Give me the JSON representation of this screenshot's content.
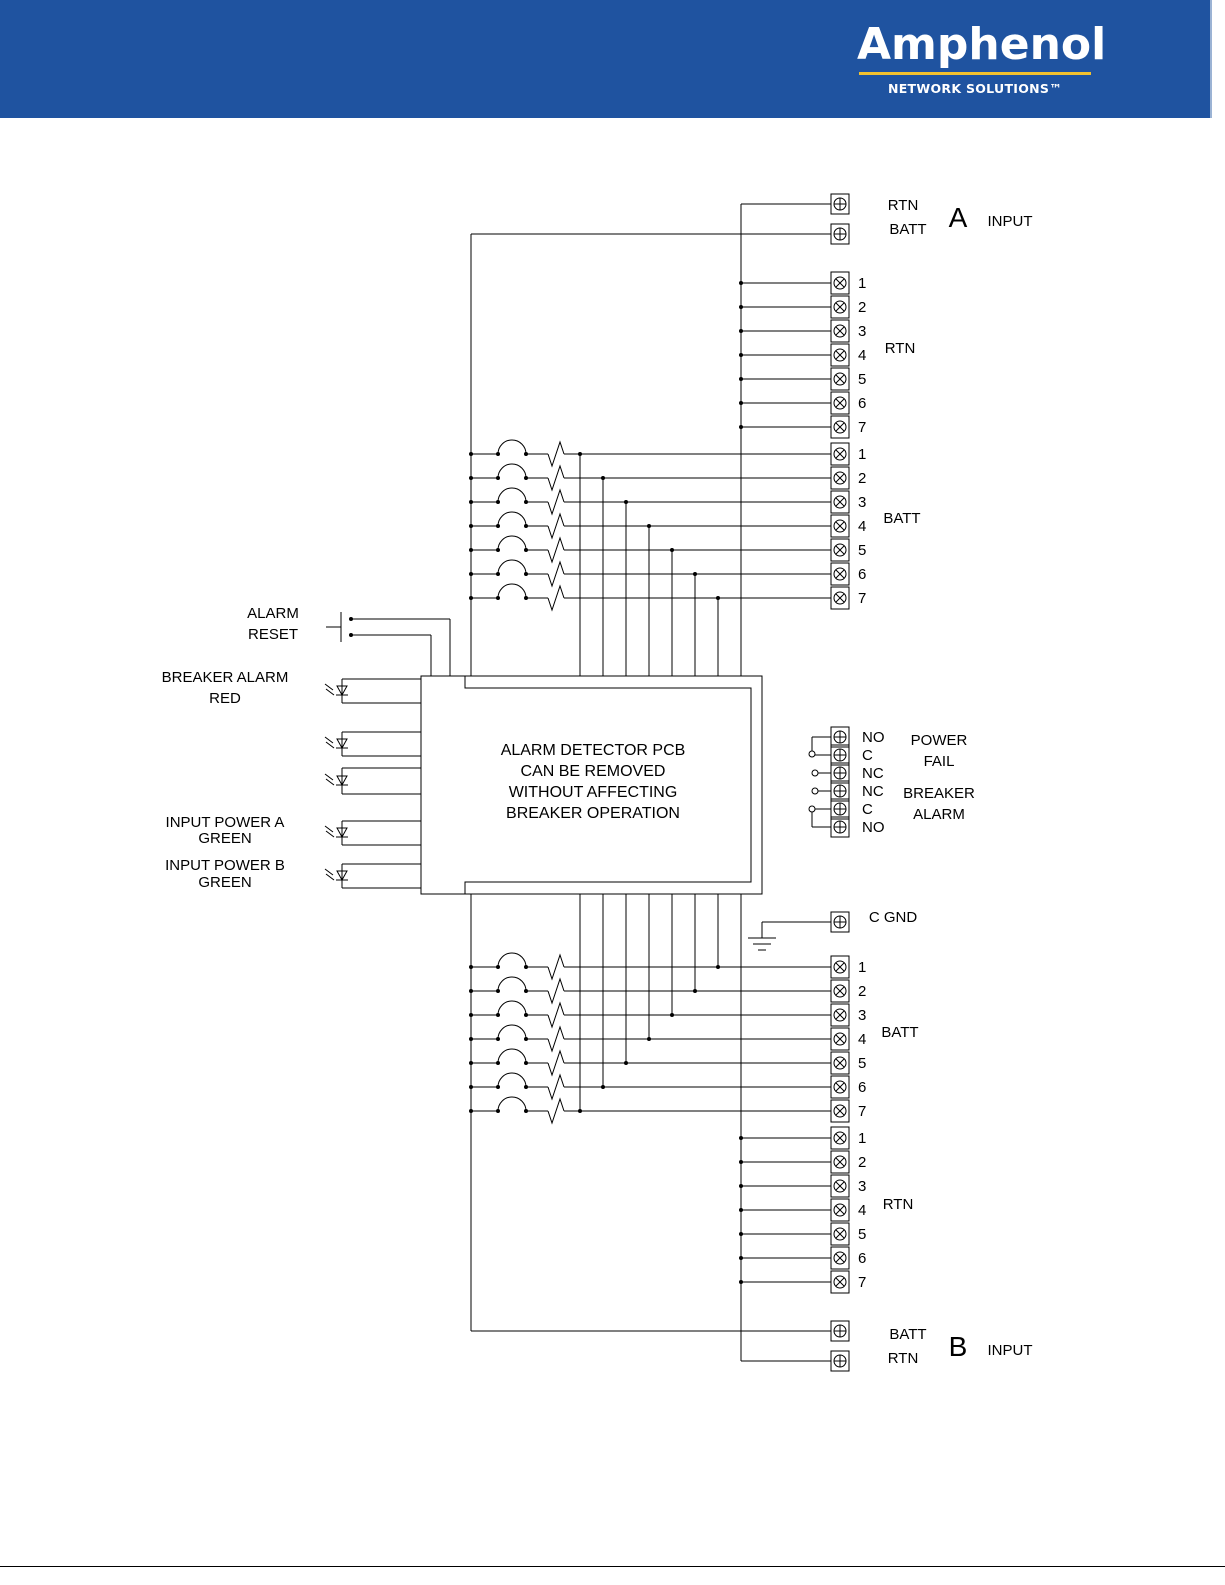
{
  "colors": {
    "header_bg": "#1f53a0",
    "accent_yellow": "#f2c12e",
    "line": "#000000"
  },
  "logo": {
    "wordmark": "Amphenol",
    "tagline": "NETWORK SOLUTIONS™"
  },
  "input_a": {
    "terminals": [
      "RTN",
      "BATT"
    ],
    "letter": "A",
    "label": "INPUT"
  },
  "input_b": {
    "terminals": [
      "BATT",
      "RTN"
    ],
    "letter": "B",
    "label": "INPUT"
  },
  "top_rtn": {
    "label": "RTN",
    "numbers": [
      "1",
      "2",
      "3",
      "4",
      "5",
      "6",
      "7"
    ]
  },
  "top_batt": {
    "label": "BATT",
    "numbers": [
      "1",
      "2",
      "3",
      "4",
      "5",
      "6",
      "7"
    ]
  },
  "bottom_batt": {
    "label": "BATT",
    "numbers": [
      "1",
      "2",
      "3",
      "4",
      "5",
      "6",
      "7"
    ]
  },
  "bottom_rtn": {
    "label": "RTN",
    "numbers": [
      "1",
      "2",
      "3",
      "4",
      "5",
      "6",
      "7"
    ]
  },
  "alarm_contacts": {
    "pins": [
      "NO",
      "C",
      "NC",
      "NC",
      "C",
      "NO"
    ],
    "power_fail": [
      "POWER",
      "FAIL"
    ],
    "breaker_alarm": [
      "BREAKER",
      "ALARM"
    ]
  },
  "ground": {
    "label": "C GND"
  },
  "pcb": {
    "lines": [
      "ALARM DETECTOR PCB",
      "CAN BE REMOVED",
      "WITHOUT AFFECTING",
      "BREAKER OPERATION"
    ]
  },
  "alarm_reset": {
    "lines": [
      "ALARM",
      "RESET"
    ]
  },
  "leds": {
    "breaker_alarm": [
      "BREAKER ALARM",
      "RED"
    ],
    "input_power_a": [
      "INPUT POWER A",
      "GREEN"
    ],
    "input_power_b": [
      "INPUT POWER B",
      "GREEN"
    ]
  }
}
